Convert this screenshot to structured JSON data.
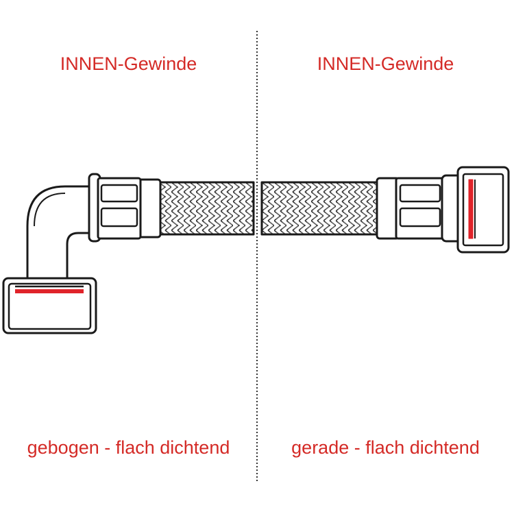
{
  "colors": {
    "text": "#d42a26",
    "line": "#1a1a1a",
    "seal": "#e0232a"
  },
  "left": {
    "thread_label": "INNEN-Gewinde",
    "shape_label": "gebogen - flach dichtend",
    "fitting_icon": "elbow-hose-fitting-icon"
  },
  "right": {
    "thread_label": "INNEN-Gewinde",
    "shape_label": "gerade - flach dichtend",
    "fitting_icon": "straight-hose-fitting-icon"
  }
}
